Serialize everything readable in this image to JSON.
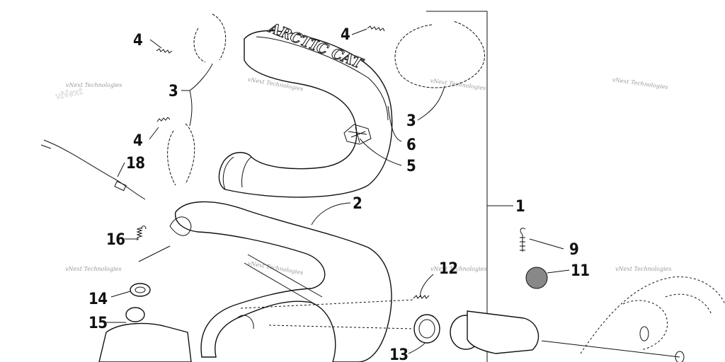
{
  "diagram": {
    "callouts": {
      "p1": "1",
      "p2": "2",
      "p3a": "3",
      "p3b": "3",
      "p4a": "4",
      "p4b": "4",
      "p4c": "4",
      "p5": "5",
      "p6": "6",
      "p9": "9",
      "p11": "11",
      "p12": "12",
      "p13": "13",
      "p14": "14",
      "p15": "15",
      "p16": "16",
      "p18": "18"
    },
    "watermark": "vNext Technologies",
    "logo_text": "ARCTIC CAT",
    "colors": {
      "line": "#111111",
      "grommet_fill": "#888888",
      "watermark": "#9a9a9a"
    }
  }
}
